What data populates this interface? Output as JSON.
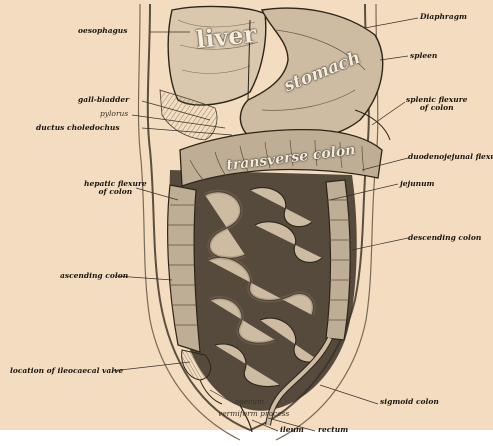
{
  "labels": {
    "oesophagus": "oesophagus",
    "diaphragm": "Diaphragm",
    "spleen": "spleen",
    "gall_bladder": "gall-bladder",
    "pylorus": "pylorus",
    "ductus_choledochus": "ductus choledochus",
    "splenic_flexure": "splenic flexure\nof colon",
    "hepatic_flexure": "hepatic flexure\nof colon",
    "duodenojejunal_flexure": "duodenojejunal flexure",
    "jejunum": "jejunum",
    "descending_colon": "descending colon",
    "ascending_colon": "ascending colon",
    "ileocaecal_valve": "location of ileocaecal valve",
    "caecum": "caecum",
    "vermiform_process": "vermiform process",
    "sigmoid_colon": "sigmoid colon",
    "ileum": "ileum",
    "rectum": "rectum"
  },
  "organs": {
    "liver": "liver",
    "stomach": "stomach",
    "transverse_colon": "transverse colon"
  },
  "colors": {
    "background": "#f3dcbf",
    "ink": "#2d241a",
    "organ_shade": "#b8a894",
    "cavity": "#3a3026"
  }
}
